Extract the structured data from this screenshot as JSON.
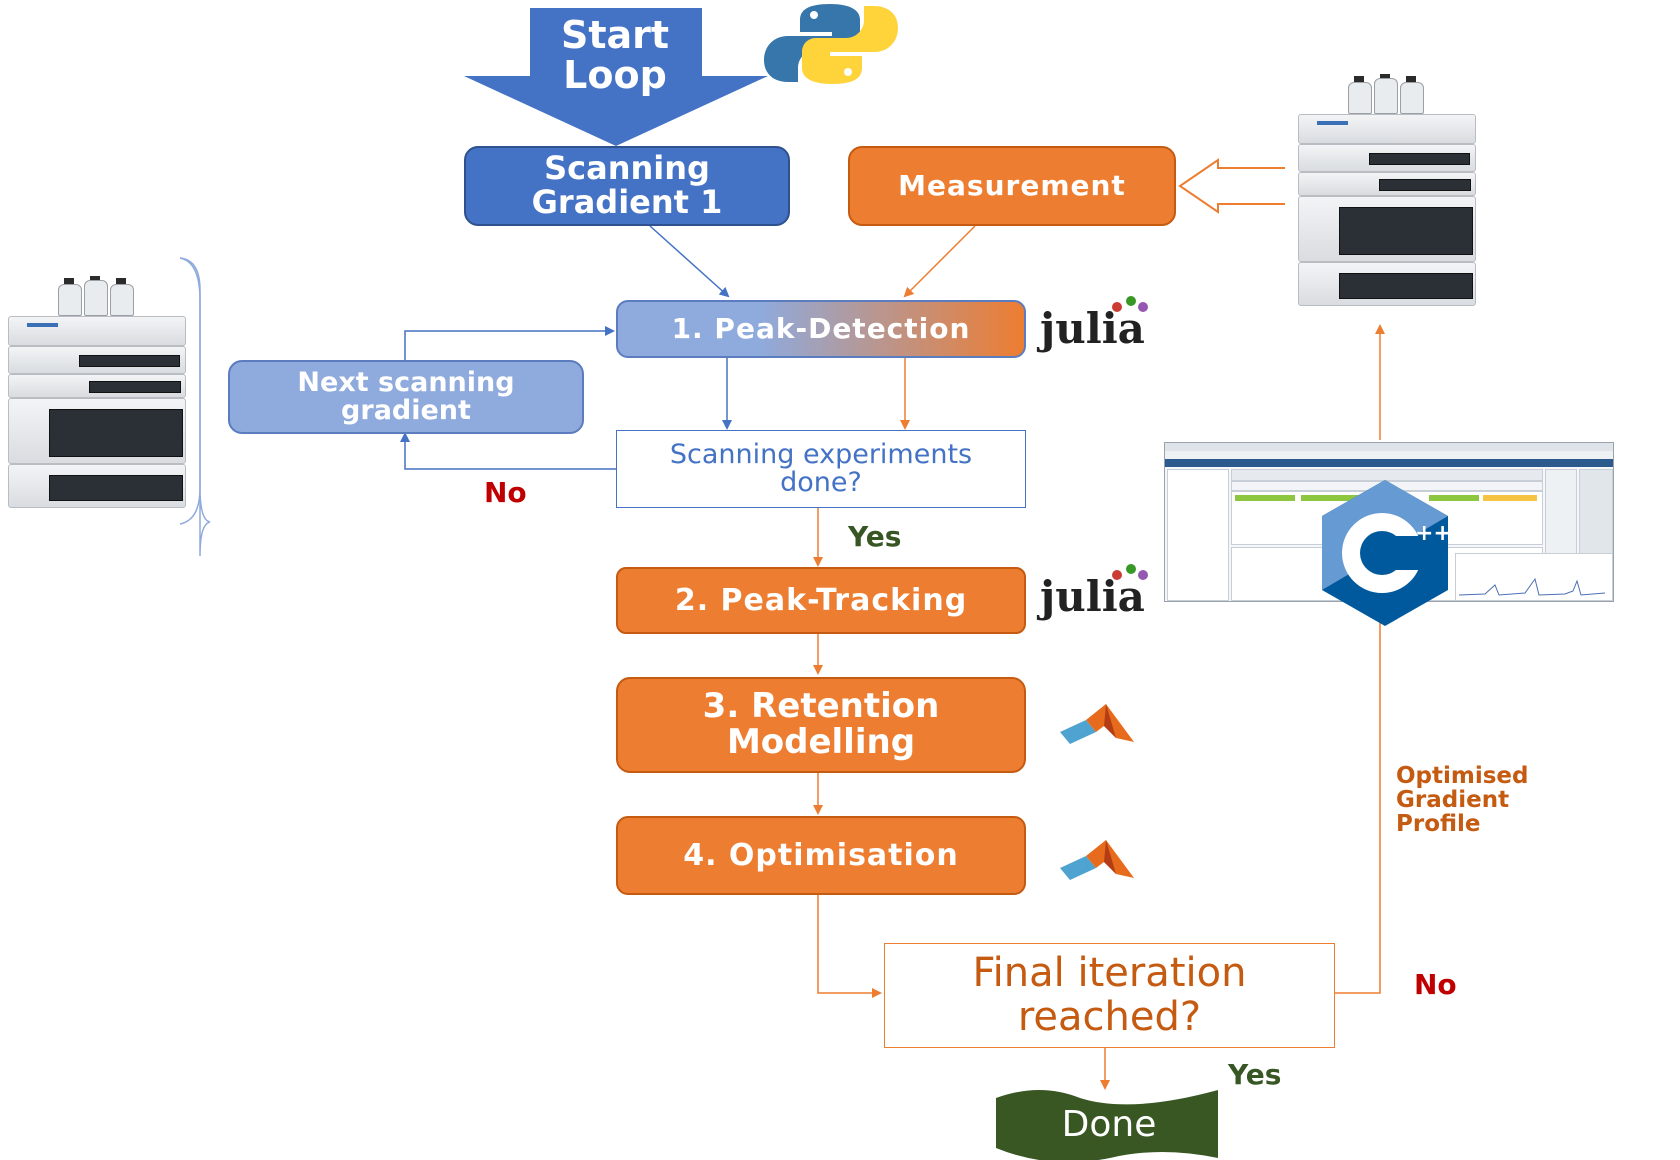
{
  "nodes": {
    "start": "Start\nLoop",
    "scan1": "Scanning\nGradient 1",
    "measurement": "Measurement",
    "peak_detection": "1. Peak-Detection",
    "next_gradient": "Next scanning\ngradient",
    "scan_done": "Scanning experiments\ndone?",
    "peak_tracking": "2. Peak-Tracking",
    "retention": "3. Retention\nModelling",
    "optimisation": "4. Optimisation",
    "final": "Final iteration\nreached?",
    "done": "Done"
  },
  "labels": {
    "no_left": "No",
    "yes_1": "Yes",
    "no_right": "No",
    "yes_2": "Yes",
    "optimised_profile": "Optimised\nGradient\nProfile"
  },
  "logos": {
    "julia_1": "julia",
    "julia_2": "julia",
    "cpp": "C++"
  },
  "colors": {
    "orange": "#ed7d31",
    "blue": "#4472c4",
    "light_blue": "#8faadc",
    "no_red": "#c00000",
    "yes_green": "#375623",
    "done_green": "#385723"
  }
}
